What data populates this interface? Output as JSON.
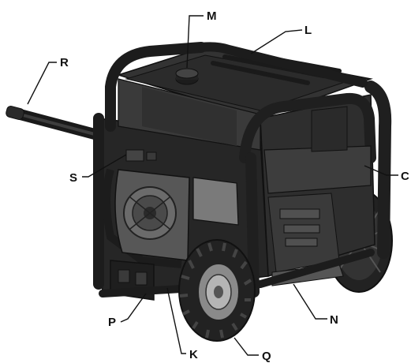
{
  "diagram": {
    "subject": "portable-generator",
    "callouts": [
      {
        "id": "M",
        "label": "M"
      },
      {
        "id": "L",
        "label": "L"
      },
      {
        "id": "R",
        "label": "R"
      },
      {
        "id": "S",
        "label": "S"
      },
      {
        "id": "C",
        "label": "C"
      },
      {
        "id": "N",
        "label": "N"
      },
      {
        "id": "P",
        "label": "P"
      },
      {
        "id": "K",
        "label": "K"
      },
      {
        "id": "Q",
        "label": "Q"
      }
    ]
  },
  "colors": {
    "body": "#2b2b2b",
    "body_dark": "#1a1a1a",
    "body_light": "#4a4a4a",
    "panel": "#6e6e6e",
    "tire": "#222222",
    "line": "#111111"
  }
}
